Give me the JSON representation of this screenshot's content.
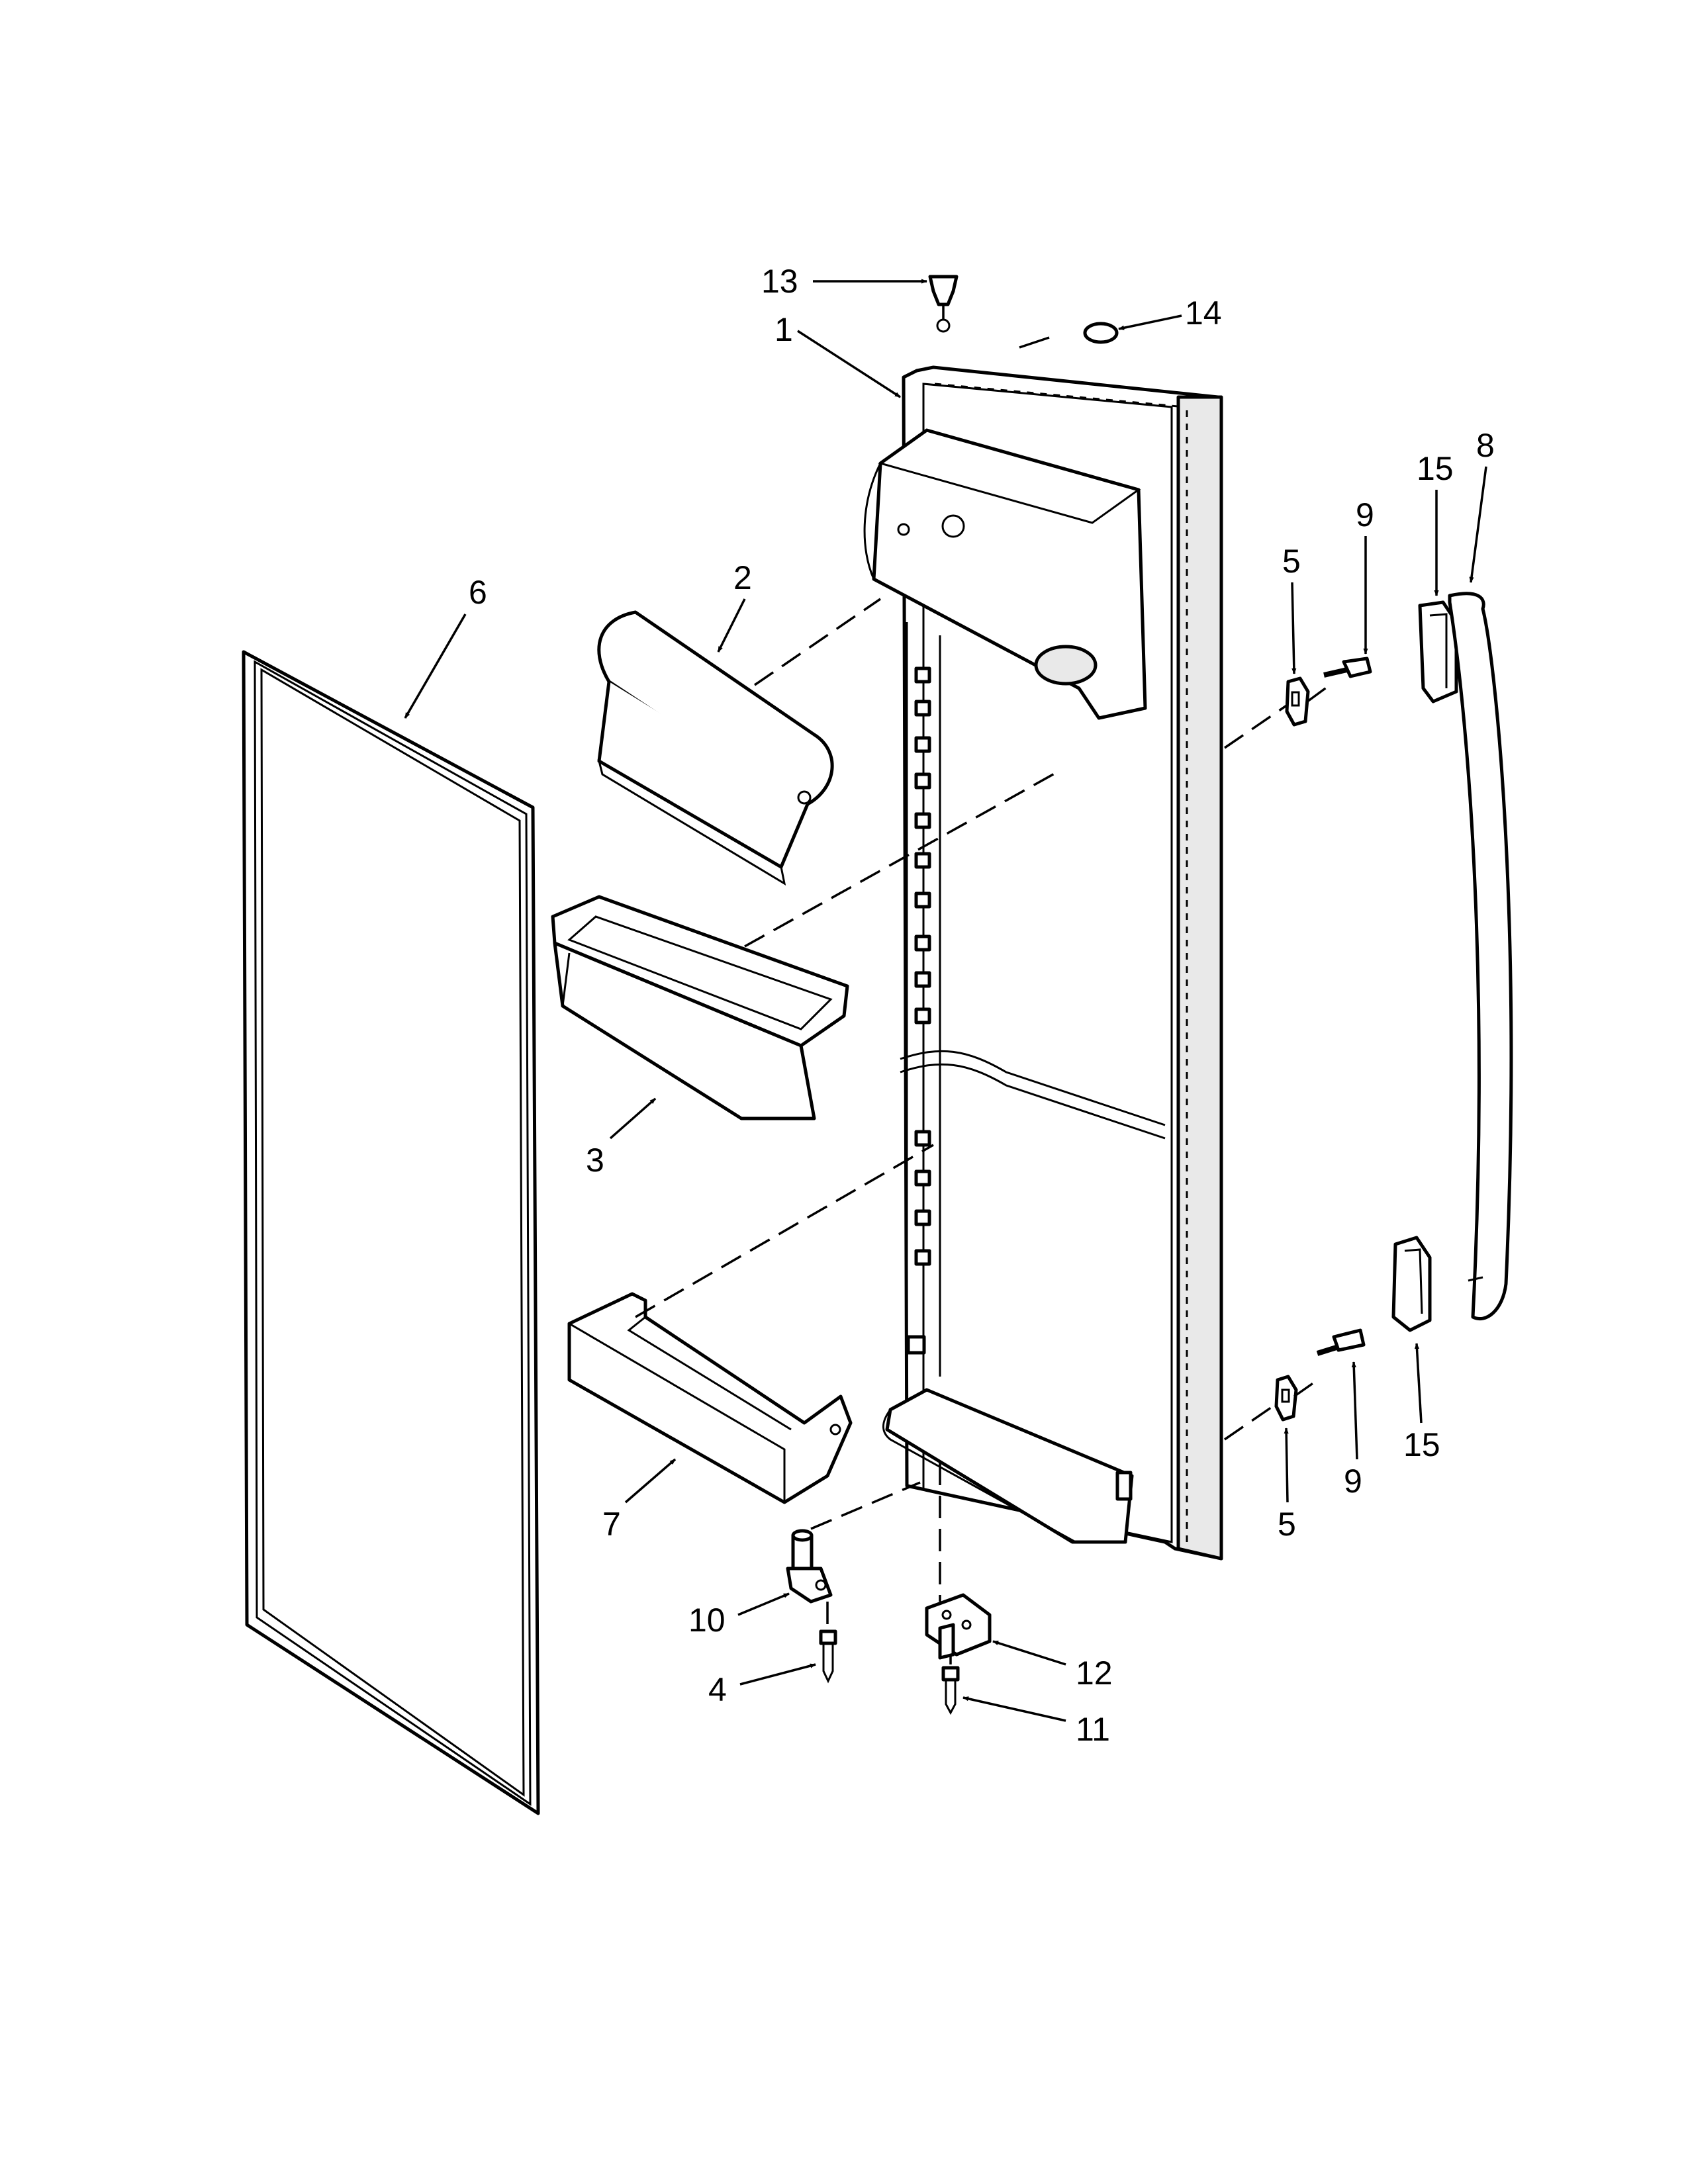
{
  "diagram": {
    "callouts": [
      {
        "id": "c13",
        "text": "13"
      },
      {
        "id": "c14",
        "text": "14"
      },
      {
        "id": "c1",
        "text": "1"
      },
      {
        "id": "c8",
        "text": "8"
      },
      {
        "id": "c15a",
        "text": "15"
      },
      {
        "id": "c9a",
        "text": "9"
      },
      {
        "id": "c5a",
        "text": "5"
      },
      {
        "id": "c2",
        "text": "2"
      },
      {
        "id": "c6",
        "text": "6"
      },
      {
        "id": "c3",
        "text": "3"
      },
      {
        "id": "c15b",
        "text": "15"
      },
      {
        "id": "c9b",
        "text": "9"
      },
      {
        "id": "c5b",
        "text": "5"
      },
      {
        "id": "c7",
        "text": "7"
      },
      {
        "id": "c10",
        "text": "10"
      },
      {
        "id": "c12",
        "text": "12"
      },
      {
        "id": "c4",
        "text": "4"
      },
      {
        "id": "c11",
        "text": "11"
      }
    ]
  }
}
